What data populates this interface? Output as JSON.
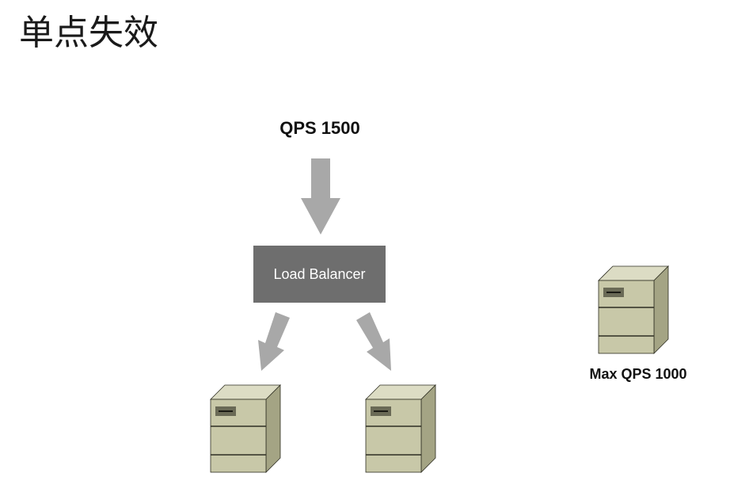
{
  "title": "单点失效",
  "incoming_label": "QPS 1500",
  "load_balancer": {
    "label": "Load Balancer",
    "color": "#6e6e6e"
  },
  "spare_server": {
    "label": "Max QPS 1000"
  },
  "colors": {
    "arrow": "#a8a8a8",
    "server_front": "#c8c8a8",
    "server_top": "#dcdcc4",
    "server_side": "#a4a484",
    "server_outline": "#2e2e22"
  },
  "icons": [
    "server-icon",
    "down-arrow-icon"
  ]
}
